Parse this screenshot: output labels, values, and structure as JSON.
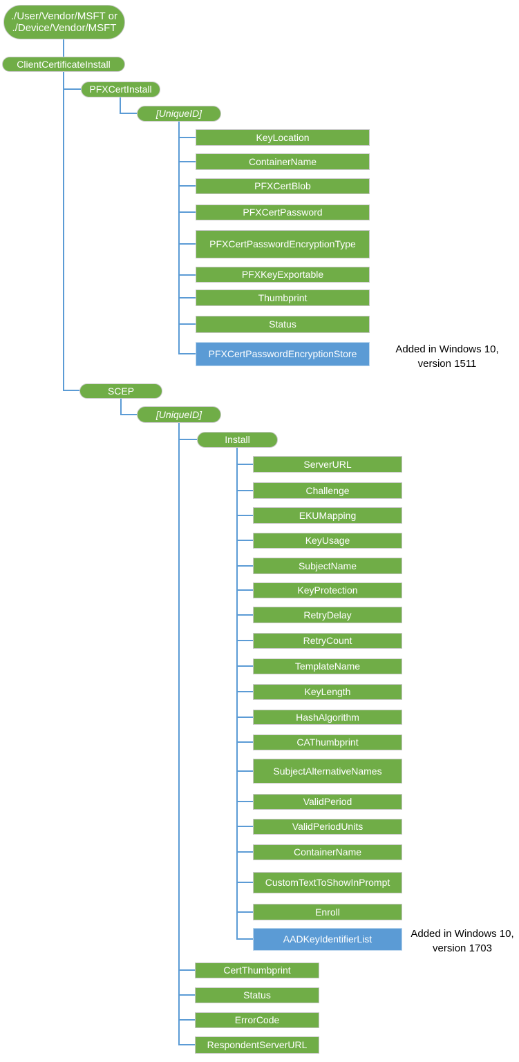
{
  "colors": {
    "node_green": "#70AD47",
    "node_blue": "#5B9BD5",
    "connector_blue": "#5B9BD5",
    "node_text": "#FFFFFF",
    "annotation_text": "#000000"
  },
  "root": {
    "line1": "./User/Vendor/MSFT or",
    "line2": "./Device/Vendor/MSFT"
  },
  "client_certificate_install": "ClientCertificateInstall",
  "pfx": {
    "label": "PFXCertInstall",
    "unique_id": "[UniqueID]",
    "children": [
      "KeyLocation",
      "ContainerName",
      "PFXCertBlob",
      "PFXCertPassword",
      "PFXCertPasswordEncryptionType",
      "PFXKeyExportable",
      "Thumbprint",
      "Status",
      "PFXCertPasswordEncryptionStore"
    ],
    "annotation": {
      "line1": "Added in Windows 10,",
      "line2": "version 1511"
    }
  },
  "scep": {
    "label": "SCEP",
    "unique_id": "[UniqueID]",
    "install": {
      "label": "Install",
      "children": [
        "ServerURL",
        "Challenge",
        "EKUMapping",
        "KeyUsage",
        "SubjectName",
        "KeyProtection",
        "RetryDelay",
        "RetryCount",
        "TemplateName",
        "KeyLength",
        "HashAlgorithm",
        "CAThumbprint",
        "SubjectAlternativeNames",
        "ValidPeriod",
        "ValidPeriodUnits",
        "ContainerName",
        "CustomTextToShowInPrompt",
        "Enroll",
        "AADKeyIdentifierList"
      ],
      "annotation": {
        "line1": "Added in Windows 10,",
        "line2": "version 1703"
      }
    },
    "children": [
      "CertThumbprint",
      "Status",
      "ErrorCode",
      "RespondentServerURL"
    ]
  }
}
